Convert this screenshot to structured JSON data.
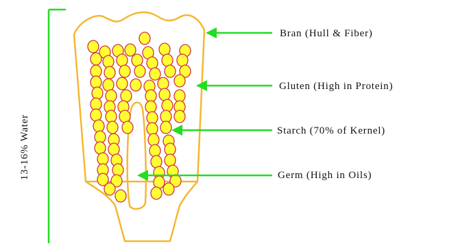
{
  "labels": {
    "bran": "Bran (Hull & Fiber)",
    "gluten": "Gluten (High in Protein)",
    "starch": "Starch  (70% of Kernel)",
    "germ": "Germ (High in Oils)",
    "water": "13-16% Water"
  },
  "colors": {
    "outline": "#f5b731",
    "granule_fill": "#ffff33",
    "granule_stroke": "#d1304a",
    "arrow": "#22dd22",
    "bracket": "#22dd22",
    "text": "#111111"
  }
}
